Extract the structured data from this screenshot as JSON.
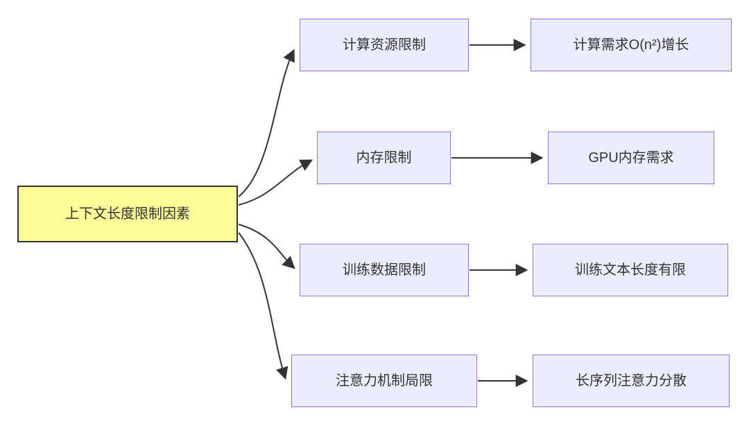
{
  "diagram": {
    "title": "context-length-limit-factors-flowchart",
    "root": {
      "label": "上下文长度限制因素"
    },
    "rows": [
      {
        "mid": "计算资源限制",
        "right": "计算需求O(n²)增长"
      },
      {
        "mid": "内存限制",
        "right": "GPU内存需求"
      },
      {
        "mid": "训练数据限制",
        "right": "训练文本长度有限"
      },
      {
        "mid": "注意力机制局限",
        "right": "长序列注意力分散"
      }
    ],
    "colors": {
      "canvas_bg": "#ffffff",
      "root_fill": "#FCFC99",
      "root_border": "#333333",
      "node_fill": "#ECECFF",
      "node_border": "#9370DB",
      "text_color": "#333333",
      "edge_color": "#333333"
    }
  }
}
